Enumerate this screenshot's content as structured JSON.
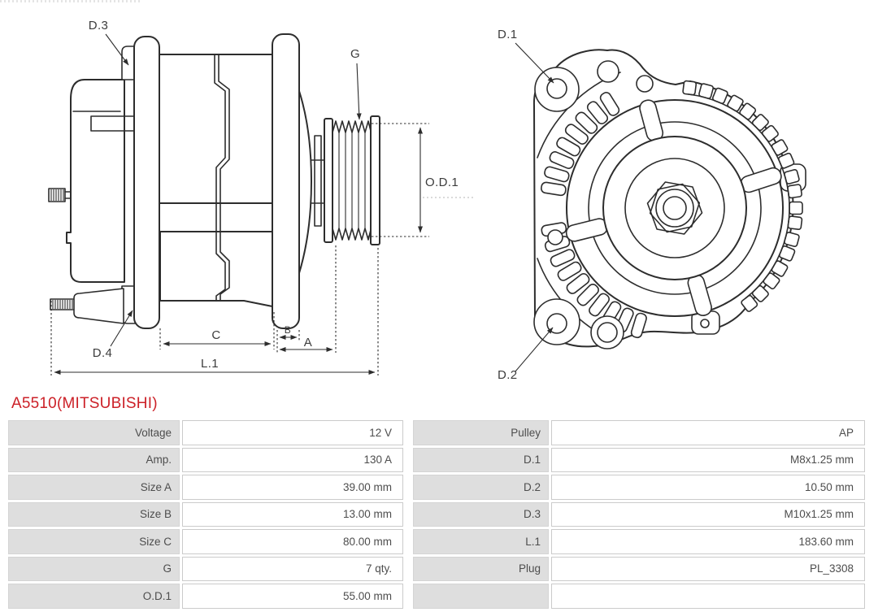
{
  "part_header": {
    "title": "A5510(MITSUBISHI)",
    "title_color": "#cc2128"
  },
  "diagram": {
    "line_color": "#2d2d2d",
    "side_view": {
      "labels": {
        "d3": "D.3",
        "d4": "D.4",
        "g": "G",
        "od1": "O.D.1",
        "a": "A",
        "b": "B",
        "c": "C",
        "l1": "L.1"
      }
    },
    "front_view": {
      "labels": {
        "d1": "D.1",
        "d2": "D.2"
      }
    }
  },
  "spec_table": {
    "colors": {
      "label_bg": "#dedede",
      "value_bg": "#ffffff",
      "border": "#cbcbcb",
      "text": "#4d4d4d"
    },
    "rows": [
      {
        "label_left": "Voltage",
        "value_left": "12 V",
        "label_right": "Pulley",
        "value_right": "AP"
      },
      {
        "label_left": "Amp.",
        "value_left": "130 A",
        "label_right": "D.1",
        "value_right": "M8x1.25 mm"
      },
      {
        "label_left": "Size A",
        "value_left": "39.00 mm",
        "label_right": "D.2",
        "value_right": "10.50 mm"
      },
      {
        "label_left": "Size B",
        "value_left": "13.00 mm",
        "label_right": "D.3",
        "value_right": "M10x1.25 mm"
      },
      {
        "label_left": "Size C",
        "value_left": "80.00 mm",
        "label_right": "L.1",
        "value_right": "183.60 mm"
      },
      {
        "label_left": "G",
        "value_left": "7 qty.",
        "label_right": "Plug",
        "value_right": "PL_3308"
      },
      {
        "label_left": "O.D.1",
        "value_left": "55.00 mm",
        "label_right": "",
        "value_right": ""
      }
    ]
  }
}
